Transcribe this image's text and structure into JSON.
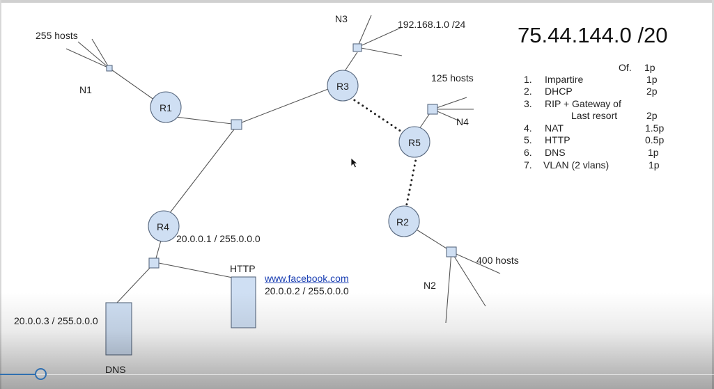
{
  "title": "75.44.144.0 /20",
  "routers": [
    {
      "id": "r1",
      "label": "R1"
    },
    {
      "id": "r2",
      "label": "R2"
    },
    {
      "id": "r3",
      "label": "R3"
    },
    {
      "id": "r4",
      "label": "R4"
    },
    {
      "id": "r5",
      "label": "R5"
    }
  ],
  "networks": {
    "n1": {
      "name": "N1",
      "hosts": "255 hosts"
    },
    "n2": {
      "name": "N2",
      "hosts": "400 hosts"
    },
    "n3": {
      "name": "N3",
      "hosts": "192.168.1.0 /24"
    },
    "n4": {
      "name": "N4",
      "hosts": "125 hosts"
    }
  },
  "r4_address": "20.0.0.1 / 255.0.0.0",
  "http_server": {
    "label": "HTTP",
    "domain": "www.facebook.com",
    "address": "20.0.0.2 / 255.0.0.0"
  },
  "dns_server": {
    "label": "DNS",
    "address": "20.0.0.3 / 255.0.0.0"
  },
  "grading": {
    "header": "Of.",
    "header_points": "1p",
    "items": [
      {
        "num": "1.",
        "name": "Impartire",
        "points": "1p"
      },
      {
        "num": "2.",
        "name": "DHCP",
        "points": "2p"
      },
      {
        "num": "3.",
        "name": "RIP + Gateway of",
        "name_cont": "Last resort",
        "points": "2p"
      },
      {
        "num": "4.",
        "name": "NAT",
        "points": "1.5p"
      },
      {
        "num": "5.",
        "name": "HTTP",
        "points": "0.5p"
      },
      {
        "num": "6.",
        "name": "DNS",
        "points": "1p"
      },
      {
        "num": "7.",
        "name": "VLAN (2 vlans)",
        "points": "1p"
      }
    ]
  },
  "colors": {
    "node_fill": "#cfdff3",
    "node_stroke": "#5a6a80",
    "line": "#555555",
    "link_text": "#1a3fb3",
    "player_accent": "#2f6fb0"
  }
}
